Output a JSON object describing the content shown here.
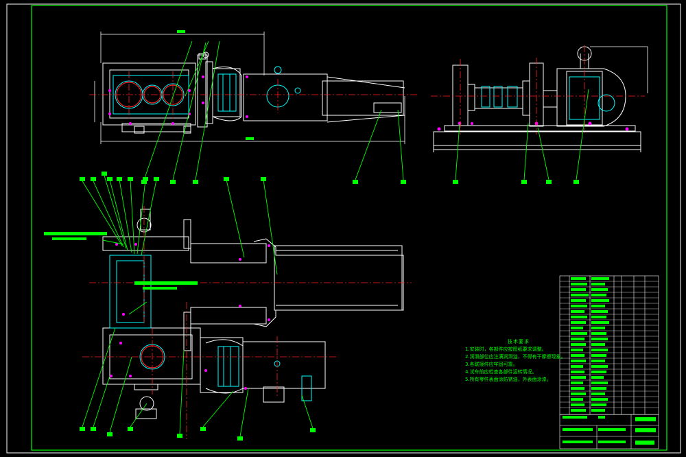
{
  "drawing": {
    "colors": {
      "background": "#000000",
      "outline": "#ffffff",
      "center_line": "#ff2222",
      "leader": "#00ff00",
      "part": "#00ffff",
      "accent": "#ff00ff",
      "frame": "#00ff00"
    }
  },
  "tech_notes": {
    "title": "技术要求",
    "lines": [
      "1.安装时，各部件应按图纸要求调整。",
      "2.润滑部位应注满润滑油，不得有干摩擦现象。",
      "3.各联接件应牢固可靠。",
      "4.试车前应检查各部件运转情况。",
      "5.所有零件表面涂防锈油，外表面涂漆。"
    ]
  }
}
